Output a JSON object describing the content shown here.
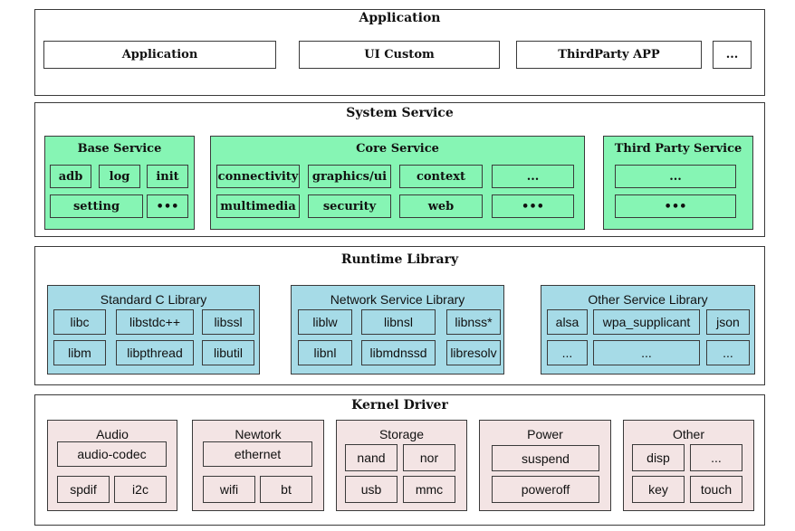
{
  "application_layer": {
    "title": "Application",
    "items": [
      "Application",
      "UI Custom",
      "ThirdParty APP",
      "..."
    ]
  },
  "system_service_layer": {
    "title": "System Service",
    "base_service": {
      "title": "Base Service",
      "items": [
        "adb",
        "log",
        "init",
        "setting",
        "•••"
      ]
    },
    "core_service": {
      "title": "Core Service",
      "items": [
        "connectivity",
        "graphics/ui",
        "context",
        "...",
        "multimedia",
        "security",
        "web",
        "•••"
      ]
    },
    "third_party_service": {
      "title": "Third Party Service",
      "items": [
        "...",
        "•••"
      ]
    }
  },
  "runtime_library_layer": {
    "title": "Runtime Library",
    "standard_c": {
      "title": "Standard C Library",
      "items": [
        "libc",
        "libstdc++",
        "libssl",
        "libm",
        "libpthread",
        "libutil"
      ]
    },
    "network_service": {
      "title": "Network Service Library",
      "items": [
        "liblw",
        "libnsl",
        "libnss*",
        "libnl",
        "libmdnssd",
        "libresolv"
      ]
    },
    "other_service": {
      "title": "Other Service Library",
      "items": [
        "alsa",
        "wpa_supplicant",
        "json",
        "...",
        "...",
        "..."
      ]
    }
  },
  "kernel_driver_layer": {
    "title": "Kernel Driver",
    "audio": {
      "title": "Audio",
      "items": [
        "audio-codec",
        "spdif",
        "i2c"
      ]
    },
    "network": {
      "title": "Newtork",
      "items": [
        "ethernet",
        "wifi",
        "bt"
      ]
    },
    "storage": {
      "title": "Storage",
      "items": [
        "nand",
        "nor",
        "usb",
        "mmc"
      ]
    },
    "power": {
      "title": "Power",
      "items": [
        "suspend",
        "poweroff"
      ]
    },
    "other": {
      "title": "Other",
      "items": [
        "disp",
        "...",
        "key",
        "touch"
      ]
    }
  },
  "colors": {
    "service_green": "#86f5b4",
    "library_blue": "#a6dbe7",
    "driver_pink": "#f3e4e4"
  }
}
